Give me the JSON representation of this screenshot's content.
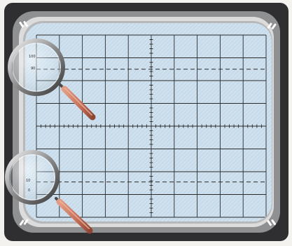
{
  "scope_screen": {
    "divisions_horizontal": 10,
    "divisions_vertical": 8,
    "minor_ticks_per_division": 5,
    "screen_color": "#cfe1ee",
    "hatch_color": "#b9d0e2",
    "grid_color": "#2b2b2b",
    "bezel_outer_color": "#2f2f31",
    "bezel_ring_color": "#8f9092",
    "bezel_inner_color": "#dcdcdc"
  },
  "reference_lines": [
    {
      "name": "upper-dashed-line",
      "division_from_top": 1.5
    },
    {
      "name": "lower-dashed-line",
      "division_from_top": 6.45
    }
  ],
  "magnifiers": [
    {
      "name": "top-magnifier",
      "labels": [
        "100",
        "90"
      ],
      "handle_color": "#c8705a"
    },
    {
      "name": "bottom-magnifier",
      "labels": [
        "10",
        "0"
      ],
      "handle_color": "#c8705a"
    }
  ]
}
